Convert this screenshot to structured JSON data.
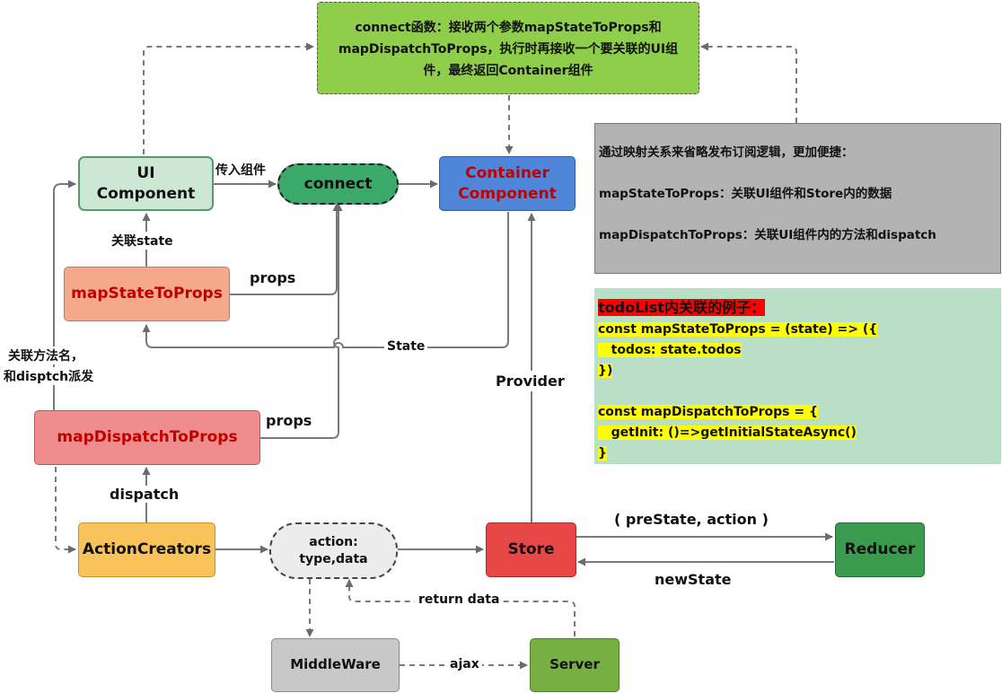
{
  "colors": {
    "ui_fill": "#cce8d5",
    "ui_stroke": "#5b9b6b",
    "connect_fill": "#3aa96a",
    "container_fill": "#4f86d9",
    "container_text": "#c00000",
    "mapstate_fill": "#f4a98c",
    "mapdispatch_fill": "#ef8c8c",
    "map_text": "#c00000",
    "action_creators_fill": "#f8c35a",
    "store_fill": "#e64848",
    "reducer_fill": "#3a9a4e",
    "middleware_fill": "#c8c8c8",
    "server_fill": "#76b041",
    "top_note_fill": "#8fce4a",
    "right_note_fill": "#b3b3b3",
    "example_fill": "#b9dfc6"
  },
  "nodes": {
    "ui_component": "UI Component",
    "connect": "connect",
    "container_component": "Container Component",
    "map_state_to_props": "mapStateToProps",
    "map_dispatch_to_props": "mapDispatchToProps",
    "action_creators": "ActionCreators",
    "action": "action: type,data",
    "store": "Store",
    "reducer": "Reducer",
    "middleware": "MiddleWare",
    "server": "Server"
  },
  "edge_labels": {
    "pass_component": "传入组件",
    "link_state": "关联state",
    "props_state": "props",
    "props_dispatch": "props",
    "state": "State",
    "link_methods_line1": "关联方法名，",
    "link_methods_line2": "和disptch派发",
    "provider": "Provider",
    "dispatch": "dispatch",
    "pre_state_action": "( preState, action )",
    "new_state": "newState",
    "return_data": "return data",
    "ajax": "ajax"
  },
  "notes": {
    "connect_desc": "connect函数：接收两个参数mapStateToProps和mapDispatchToProps，执行时再接收一个要关联的UI组件，最终返回Container组件",
    "mapping_intro": "通过映射关系来省略发布订阅逻辑，更加便捷：",
    "mapping_state": "mapStateToProps：关联UI组件和Store内的数据",
    "mapping_dispatch": "mapDispatchToProps：关联UI组件内的方法和dispatch"
  },
  "example": {
    "title": "todoList内关联的例子：",
    "lines": [
      "const mapStateToProps = (state) => ({",
      "   todos: state.todos",
      "})",
      "const mapDispatchToProps = {",
      "   getInit: ()=>getInitialStateAsync()",
      "}"
    ]
  }
}
